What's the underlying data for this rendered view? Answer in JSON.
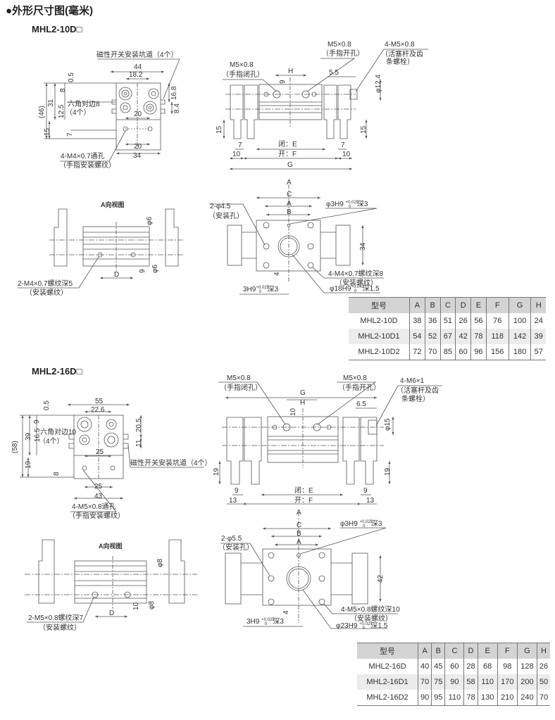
{
  "header": {
    "title": "●外形尺寸图(毫米)"
  },
  "mhl10": {
    "model_title": "MHL2-10D□",
    "front": {
      "switch_groove": "磁性开关安装坑道（4个）",
      "d44": "44",
      "d18_2": "18.2",
      "d0_5": "0.5",
      "d8": "8",
      "d31": "31",
      "d12_5": "12.5",
      "d46": "(46)",
      "d15": "15",
      "d7": "7",
      "hex": "六角对边8",
      "hex_qty": "（4个）",
      "d16_8": "16.8",
      "d8_4": "8.4",
      "d20a": "20",
      "d20b": "20",
      "d34": "34",
      "thread": "4-M4×0.7通孔",
      "thread_note": "（手指安装螺纹）"
    },
    "top": {
      "close_port": "M5×0.8",
      "close_note": "（手指闭孔）",
      "open_port": "M5×0.8",
      "open_note": "（手指开孔）",
      "H": "H",
      "d9": "9",
      "d5_5": "5.5",
      "phi12_4": "φ12.4",
      "rod_bolt": "4-M5×0.8",
      "rod_note1": "（活塞杆及齿",
      "rod_note2": "条螺栓）",
      "d15l": "15",
      "d15r": "15",
      "d7l": "7",
      "d7r": "7",
      "d10l": "10",
      "d10r": "10",
      "E": "闭：E",
      "F": "开：F",
      "G": "G"
    },
    "aview": {
      "title": "A向视图",
      "phi6a": "φ6",
      "phi6b": "φ6",
      "d9": "9",
      "D": "D",
      "thread": "2-M4×0.7螺纹深5",
      "thread_note": "（安装螺纹）"
    },
    "bottom": {
      "arrowA": "A",
      "C": "C",
      "A": "A",
      "B": "B",
      "holes": "2-φ4.5",
      "holes_note": "（安装孔）",
      "pin_main": "φ3H9",
      "pin_up": "+0.025",
      "pin_lo": "0",
      "pin_depth": "深3",
      "d34": "34",
      "d4": "4",
      "thread": "4-M4×0.7螺纹深8",
      "thread_note": "（安装螺纹）",
      "slot_main": "3H9",
      "slot_up": "+0.025",
      "slot_lo": "0",
      "slot_depth": "深3",
      "bore_main": "φ18H9",
      "bore_up": "+0.043",
      "bore_lo": "0",
      "bore_depth": "深1.5"
    },
    "table": {
      "headers": [
        "型号",
        "A",
        "B",
        "C",
        "D",
        "E",
        "F",
        "G",
        "H"
      ],
      "rows": [
        [
          "MHL2-10D",
          "38",
          "36",
          "51",
          "26",
          "56",
          "76",
          "100",
          "24"
        ],
        [
          "MHL2-10D1",
          "54",
          "52",
          "67",
          "42",
          "78",
          "118",
          "142",
          "39"
        ],
        [
          "MHL2-10D2",
          "72",
          "70",
          "85",
          "60",
          "96",
          "156",
          "180",
          "57"
        ]
      ]
    }
  },
  "mhl16": {
    "model_title": "MHL2-16D□",
    "front": {
      "d55": "55",
      "d22_6": "22.6",
      "d0_5": "0.5",
      "d9": "9",
      "d39": "39",
      "d16_5": "16.5",
      "hex": "六角对边10",
      "hex_qty": "（4个）",
      "d58": "(58)",
      "d20_5": "20.5",
      "d11": "11",
      "d25a": "25",
      "switch_groove": "磁性开关安装坑道（4个）",
      "d19": "19",
      "d8": "8",
      "d25b": "25",
      "d43": "43",
      "thread": "4-M5×0.8通孔",
      "thread_note": "（手指安装螺纹）"
    },
    "top": {
      "close_port": "M5×0.8",
      "close_note": "（手指闭孔）",
      "open_port": "M5×0.8",
      "open_note": "（手指开孔）",
      "G": "G",
      "H": "H",
      "d10": "10",
      "d6_5": "6.5",
      "phi15": "φ15",
      "rod_bolt": "4-M6×1",
      "rod_note1": "（活塞杆及齿",
      "rod_note2": "条螺栓）",
      "d19l": "19",
      "d19r": "19",
      "d9l": "9",
      "d9r": "9",
      "d13l": "13",
      "d13r": "13",
      "E": "闭：E",
      "F": "开：F"
    },
    "aview": {
      "title": "A向视图",
      "phi8a": "φ8",
      "phi8b": "φ8",
      "d10": "10",
      "D": "D",
      "thread": "2-M5×0.8螺纹深7",
      "thread_note": "（安装螺纹）"
    },
    "bottom": {
      "arrowA": "A",
      "C": "C",
      "B": "B",
      "A": "A",
      "holes": "2-φ5.5",
      "holes_note": "（安装孔）",
      "pin_main": "φ3H9",
      "pin_up": "+0.025",
      "pin_lo": "0",
      "pin_depth": "深3",
      "d42": "42",
      "d4": "4",
      "thread": "4-M5×0.8螺纹深10",
      "thread_note": "（安装螺纹）",
      "slot_main": "3H9",
      "slot_up": "+0.025",
      "slot_lo": "0",
      "slot_depth": "深3",
      "bore_main": "φ23H9",
      "bore_up": "+0.025",
      "bore_lo": "0",
      "bore_depth": "深1.5"
    },
    "table": {
      "headers": [
        "型号",
        "A",
        "B",
        "C",
        "D",
        "E",
        "F",
        "G",
        "H"
      ],
      "rows": [
        [
          "MHL2-16D",
          "40",
          "45",
          "60",
          "28",
          "68",
          "98",
          "128",
          "26"
        ],
        [
          "MHL2-16D1",
          "70",
          "75",
          "90",
          "58",
          "110",
          "170",
          "200",
          "50"
        ],
        [
          "MHL2-16D2",
          "90",
          "95",
          "110",
          "78",
          "130",
          "210",
          "240",
          "70"
        ]
      ]
    }
  }
}
